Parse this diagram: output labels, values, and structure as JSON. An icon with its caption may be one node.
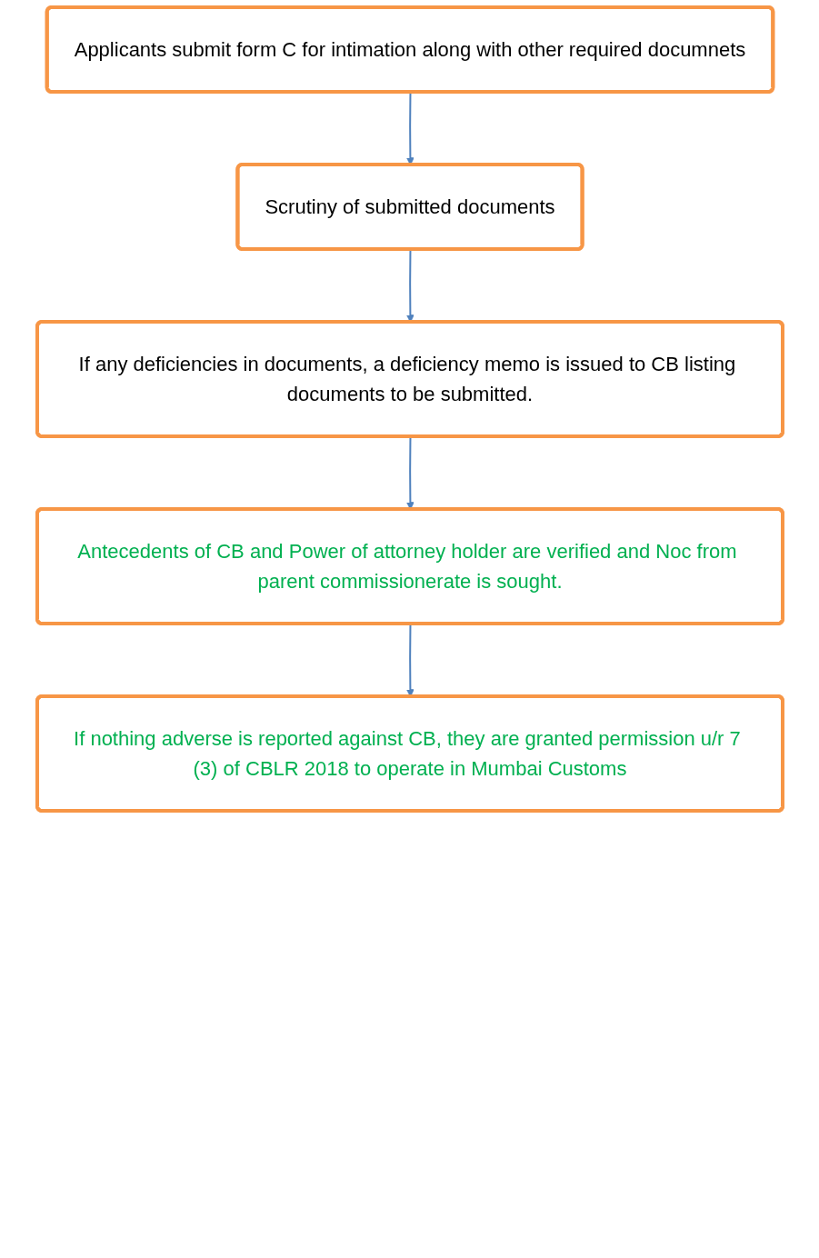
{
  "diagram": {
    "nodes": [
      {
        "text": [
          "Applicants submit form C for intimation along with other required documnets"
        ]
      },
      {
        "text": [
          "Scrutiny of submitted documents"
        ]
      },
      {
        "text": [
          "If any deficiencies in documents, a deficiency memo is issued to CB listing documents to be submitted."
        ]
      },
      {
        "text": [
          "Antecedents of CB and Power of attorney holder are verified and Noc from parent commissionerate is sought."
        ]
      },
      {
        "text": [
          "If nothing adverse is reported against CB, they are granted permission u/r 7 (3) of CBLR 2018 to operate in Mumbai Customs"
        ]
      }
    ],
    "edges": [
      {
        "from": 0,
        "to": 1,
        "arrow": "to"
      },
      {
        "from": 1,
        "to": 2,
        "arrow": "to"
      },
      {
        "from": 2,
        "to": 3,
        "arrow": "to"
      },
      {
        "from": 3,
        "to": 4,
        "arrow": "to"
      }
    ]
  }
}
